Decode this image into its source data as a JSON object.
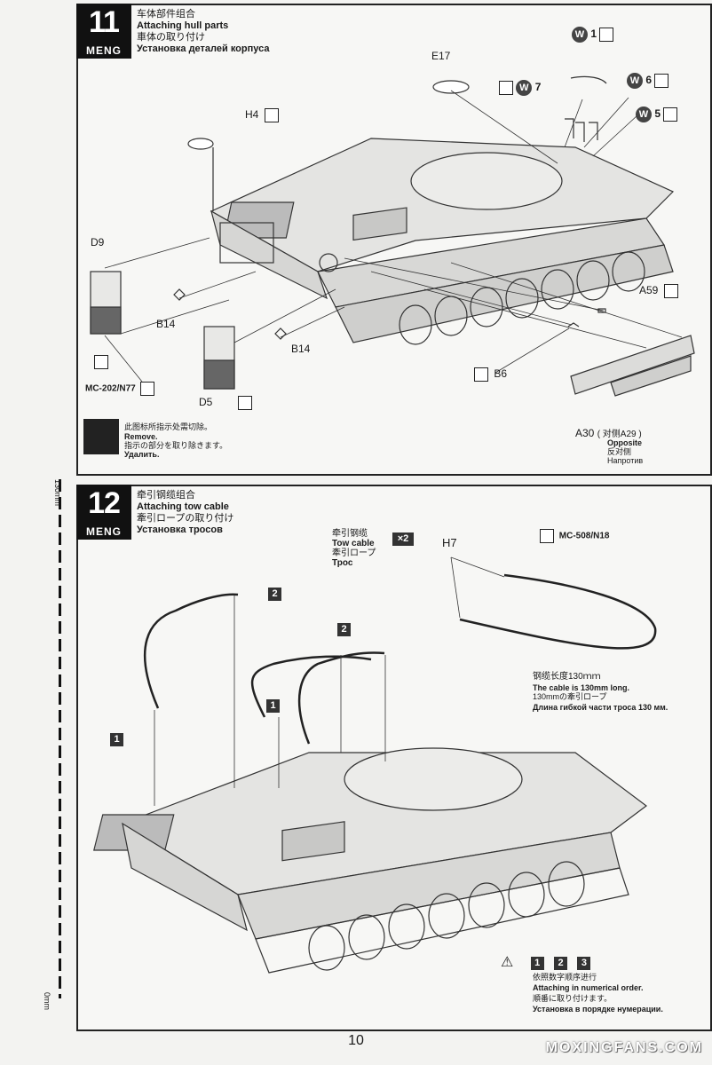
{
  "page_number": "10",
  "watermark": "MOXINGFANS.COM",
  "ruler": {
    "top": "130mm",
    "bottom": "0mm"
  },
  "step11": {
    "number": "11",
    "brand": "MENG",
    "title_cn": "车体部件组合",
    "title_en": "Attaching hull parts",
    "title_jp": "車体の取り付け",
    "title_ru": "Установка деталей корпуса",
    "parts": {
      "e17": "E17",
      "h4": "H4",
      "w1": "W",
      "w1_num": "1",
      "w7": "W",
      "w7_num": "7",
      "w6": "W",
      "w6_num": "6",
      "w5": "W",
      "w5_num": "5",
      "d9": "D9",
      "b14a": "B14",
      "b14b": "B14",
      "d5": "D5",
      "a59": "A59",
      "b6": "B6",
      "a30": "A30",
      "a30_note": "( 对侧A29 )",
      "opposite_en": "Opposite",
      "opposite_cn": "反对侧",
      "opposite_ru": "Напротив"
    },
    "paint": "MC-202/N77",
    "remove_cn": "此图标所指示处需切除。",
    "remove_en": "Remove.",
    "remove_jp": "指示の部分を取り除きます。",
    "remove_ru": "Удалить."
  },
  "step12": {
    "number": "12",
    "brand": "MENG",
    "title_cn": "牵引钢缆组合",
    "title_en": "Attaching tow cable",
    "title_jp": "牽引ロープの取り付け",
    "title_ru": "Установка тросов",
    "cable_cn": "牵引钢缆",
    "cable_en": "Tow cable",
    "cable_jp": "牽引ロープ",
    "cable_ru": "Трос",
    "cable_qty": "×2",
    "h7": "H7",
    "paint": "MC-508/N18",
    "length_cn": "钢缆长度130ｍｍ",
    "length_en": "The cable is 130mm long.",
    "length_jp": "130mmの牽引ロープ",
    "length_ru": "Длина гибкой части троса 130 мм.",
    "marker1a": "1",
    "marker1b": "1",
    "marker2a": "2",
    "marker2b": "2",
    "order_1": "1",
    "order_2": "2",
    "order_3": "3",
    "order_cn": "依照数字顺序进行",
    "order_en": "Attaching in numerical order.",
    "order_jp": "順番に取り付けます。",
    "order_ru": "Установка в порядке нумерации."
  }
}
